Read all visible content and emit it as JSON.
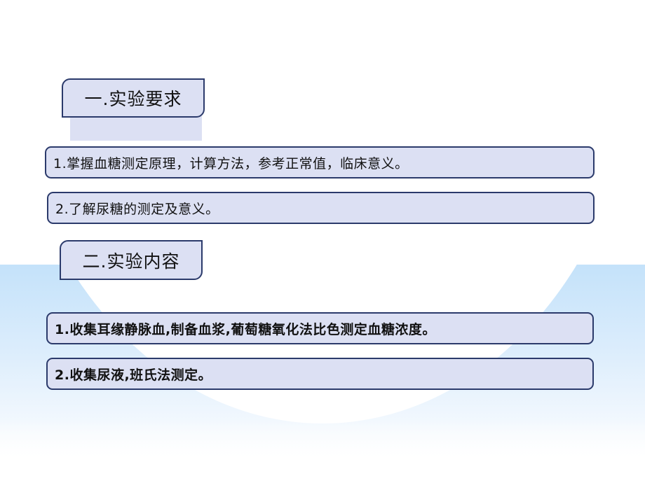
{
  "section1": {
    "heading": "一.实验要求",
    "items": [
      "1.掌握血糖测定原理，计算方法，参考正常值，临床意义。",
      "2.了解尿糖的测定及意义。"
    ]
  },
  "section2": {
    "heading": "二.实验内容",
    "items": [
      "1.收集耳缘静脉血,制备血浆,葡萄糖氧化法比色测定血糖浓度。",
      "2.收集尿液,班氏法测定。"
    ]
  },
  "colors": {
    "box_fill": "#dce0f3",
    "box_border": "#2b3a6b",
    "background_glow": "#c4e2fa"
  }
}
